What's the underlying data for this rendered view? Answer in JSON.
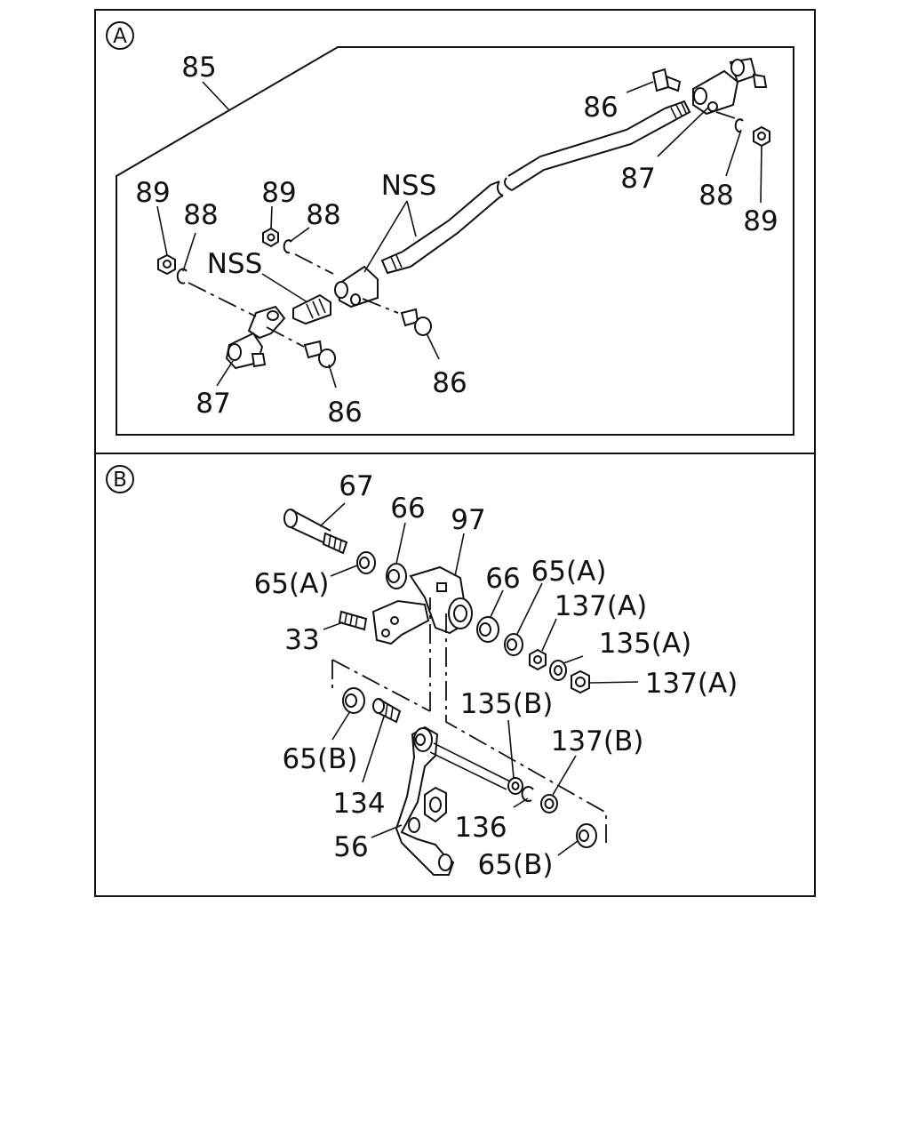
{
  "panels": {
    "A": {
      "badge": "A",
      "labels": {
        "l85": "85",
        "l86_top": "86",
        "l87_right": "87",
        "l88_right": "88",
        "l89_right": "89",
        "l89_left": "89",
        "l88_left": "88",
        "l89_mid": "89",
        "l88_mid": "88",
        "nss_upper": "NSS",
        "nss_lower": "NSS",
        "l86_mid": "86",
        "l87_left": "87",
        "l86_bottom": "86"
      }
    },
    "B": {
      "badge": "B",
      "labels": {
        "l67": "67",
        "l66_top": "66",
        "l97": "97",
        "l65a_left": "65(A)",
        "l66_right": "66",
        "l65a_right": "65(A)",
        "l137a_1": "137(A)",
        "l33": "33",
        "l135a": "135(A)",
        "l137a_2": "137(A)",
        "l135b": "135(B)",
        "l137b": "137(B)",
        "l65b_left": "65(B)",
        "l134": "134",
        "l136": "136",
        "l56": "56",
        "l65b_right": "65(B)"
      }
    }
  }
}
